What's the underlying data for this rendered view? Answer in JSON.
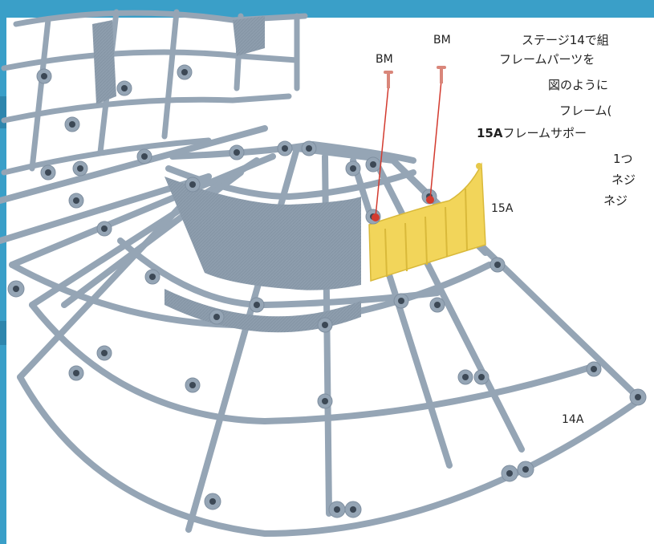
{
  "colors": {
    "band": "#3a9fc8",
    "frame": "#95a5b5",
    "frame_dark": "#6f7f8f",
    "hole": "#3c4855",
    "support": "#f2d55a",
    "support_dark": "#d9b93a",
    "screw": "#d9867a",
    "guide_line": "#d33b2f"
  },
  "labels": {
    "bm_left": "BM",
    "bm_right": "BM",
    "part_15a": "15A",
    "part_14a": "14A"
  },
  "instructions": {
    "line1": "ステージ14で組",
    "line2": "フレームパーツを",
    "line3": "図のように",
    "line4": "フレーム(",
    "line5_bold": "15A",
    "line5_rest": "フレームサポー",
    "line6": "1つ",
    "line7": "ネジ",
    "line8": "ネジ"
  }
}
